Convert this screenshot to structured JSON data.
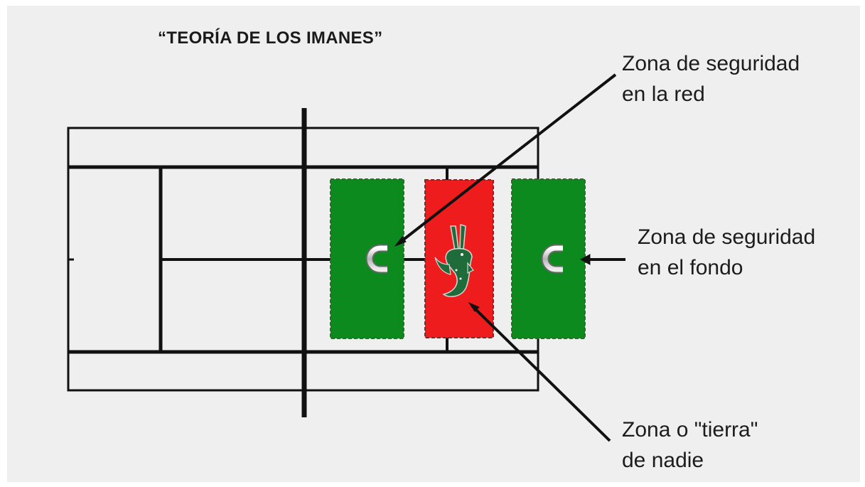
{
  "title": "“TEORÍA DE LOS IMANES”",
  "zones": {
    "net_security": {
      "line1": "Zona de seguridad",
      "line2": "en la red",
      "color": "#0c8a1e",
      "icon": "magnet-icon"
    },
    "no_mans_land": {
      "line1": "Zona o \"tierra\"",
      "line2": "de nadie",
      "color": "#ee1c1c",
      "icon": "crocodile-icon"
    },
    "baseline_security": {
      "line1": "Zona de seguridad",
      "line2": "en el fondo",
      "color": "#0c8a1e",
      "icon": "magnet-icon"
    }
  },
  "court": {
    "line_color": "#111111",
    "background": "#efefef"
  }
}
